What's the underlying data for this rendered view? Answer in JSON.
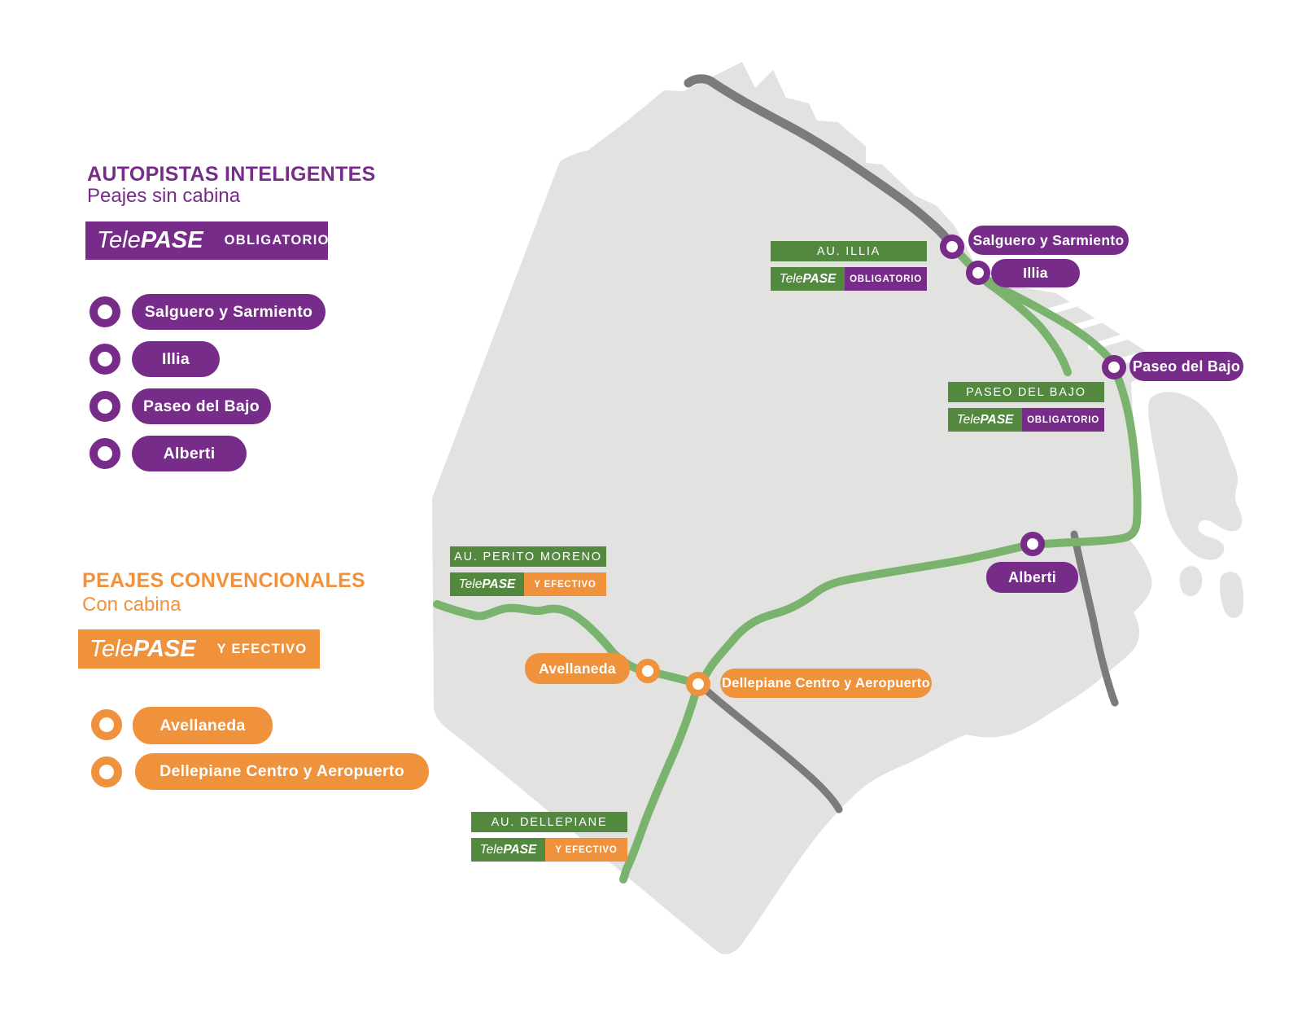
{
  "colors": {
    "smart_purple": "#762C88",
    "conventional_orange": "#F0913C",
    "highway_green": "#53893E",
    "road_green": "#7AB36D",
    "road_gray": "#7B7B7C",
    "city_gray": "#E2E2E1"
  },
  "brand": {
    "tele": "Tele",
    "pase": "PASE"
  },
  "legend_smart": {
    "title": "AUTOPISTAS INTELIGENTES",
    "subtitle": "Peajes sin cabina",
    "banner_suffix": "OBLIGATORIO",
    "items": [
      "Salguero y Sarmiento",
      "Illia",
      "Paseo del Bajo",
      "Alberti"
    ]
  },
  "legend_conventional": {
    "title": "PEAJES CONVENCIONALES",
    "subtitle": "Con cabina",
    "banner_suffix": "Y EFECTIVO",
    "items": [
      "Avellaneda",
      "Dellepiane Centro y Aeropuerto"
    ]
  },
  "map": {
    "badges": [
      {
        "highway": "AU. ILLIA",
        "payment": "OBLIGATORIO",
        "type": "smart"
      },
      {
        "highway": "PASEO DEL BAJO",
        "payment": "OBLIGATORIO",
        "type": "smart"
      },
      {
        "highway": "AU. PERITO MORENO",
        "payment": "Y EFECTIVO",
        "type": "conventional"
      },
      {
        "highway": "AU. DELLEPIANE",
        "payment": "Y EFECTIVO",
        "type": "conventional"
      }
    ],
    "tolls": [
      {
        "label": "Salguero y Sarmiento",
        "type": "smart"
      },
      {
        "label": "Illia",
        "type": "smart"
      },
      {
        "label": "Paseo del Bajo",
        "type": "smart"
      },
      {
        "label": "Alberti",
        "type": "smart"
      },
      {
        "label": "Avellaneda",
        "type": "conventional"
      },
      {
        "label": "Dellepiane Centro y Aeropuerto",
        "type": "conventional"
      }
    ]
  }
}
